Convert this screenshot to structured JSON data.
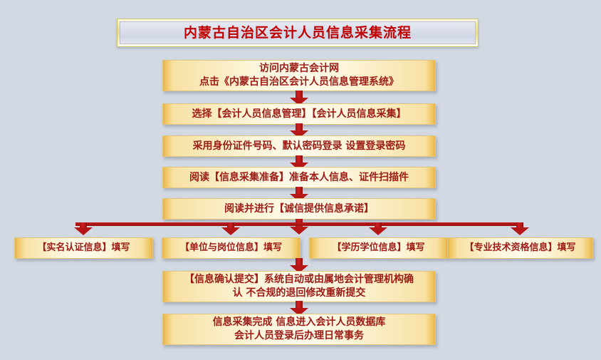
{
  "background_color": "#d3d9e3",
  "accent_colors": {
    "title_text": "#c00000",
    "box_text": "#9c1b15",
    "arrow_red": "#b51616",
    "box_gold_edge": "#e8b54a",
    "box_cream_center": "#fefaea"
  },
  "title": {
    "text": "内蒙古自治区会计人员信息采集流程"
  },
  "steps": [
    {
      "id": "visit",
      "text": "访问内蒙古会计网\n点击《内蒙古自治区会计人员信息管理系统》"
    },
    {
      "id": "select",
      "text": "选择【会计人员信息管理】【会计人员信息采集】"
    },
    {
      "id": "login",
      "text": "采用身份证件号码、默认密码登录  设置登录密码"
    },
    {
      "id": "prepare",
      "text": "阅读【信息采集准备】准备本人信息、证件扫描件"
    },
    {
      "id": "promise",
      "text": "阅读并进行【诚信提供信息承诺】"
    }
  ],
  "parallel_steps": [
    {
      "id": "realname",
      "text": "【实名认证信息】填写"
    },
    {
      "id": "unit",
      "text": "【单位与岗位信息】填写"
    },
    {
      "id": "edu",
      "text": "【学历学位信息】填写"
    },
    {
      "id": "title",
      "text": "【专业技术资格信息】填写"
    }
  ],
  "final_steps": [
    {
      "id": "confirm",
      "text": "【信息确认提交】系统自动或由属地会计管理机构确\n认  不合规的退回修改重新提交"
    },
    {
      "id": "complete",
      "text": "信息采集完成  信息进入会计人员数据库\n会计人员登录后办理日常事务"
    }
  ],
  "connectors": {
    "arrow_icon": "arrow-down-icon",
    "branch_icon": "branch-split-icon"
  }
}
